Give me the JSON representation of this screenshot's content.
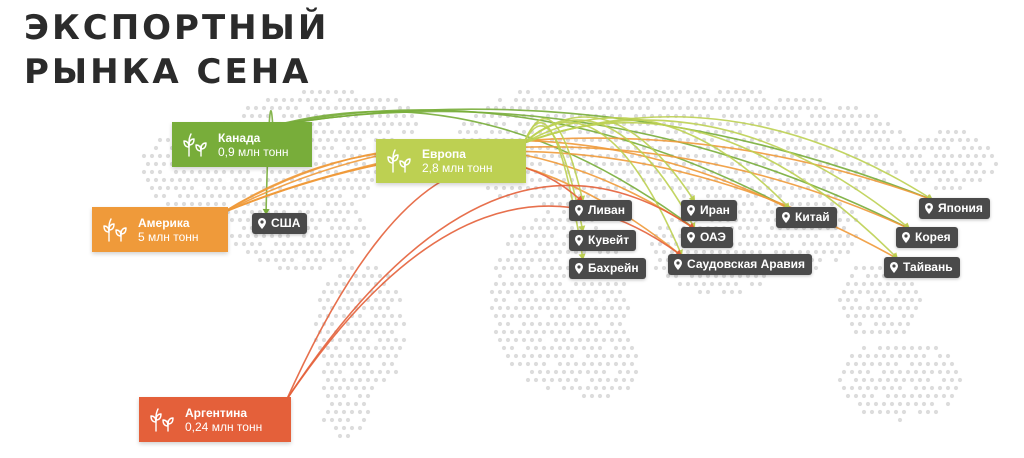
{
  "title": {
    "line1": "ЭКСПОРТНЫЙ",
    "line2": "РЫНКА СЕНА"
  },
  "colors": {
    "canada": "#78ad3a",
    "america": "#ef9a3a",
    "europe": "#bdd052",
    "argentina": "#e4603a",
    "destination": "#4a4a4a",
    "map_dots": "#dcdcdc"
  },
  "sources": [
    {
      "id": "canada",
      "name": "Канада",
      "amount": "0,9 млн тонн",
      "icon": "sprout-icon"
    },
    {
      "id": "america",
      "name": "Америка",
      "amount": "5 млн тонн",
      "icon": "sprout-icon"
    },
    {
      "id": "europe",
      "name": "Европа",
      "amount": "2,8 млн тонн",
      "icon": "sprout-icon"
    },
    {
      "id": "argentina",
      "name": "Аргентина",
      "amount": "0,24 млн тонн",
      "icon": "sprout-icon"
    }
  ],
  "destinations": [
    {
      "id": "usa",
      "name": "США",
      "icon": "location-pin-icon"
    },
    {
      "id": "lebanon",
      "name": "Ливан",
      "icon": "location-pin-icon"
    },
    {
      "id": "kuwait",
      "name": "Кувейт",
      "icon": "location-pin-icon"
    },
    {
      "id": "bahrain",
      "name": "Бахрейн",
      "icon": "location-pin-icon"
    },
    {
      "id": "iran",
      "name": "Иран",
      "icon": "location-pin-icon"
    },
    {
      "id": "uae",
      "name": "ОАЭ",
      "icon": "location-pin-icon"
    },
    {
      "id": "saudi",
      "name": "Саудовская Аравия",
      "icon": "location-pin-icon"
    },
    {
      "id": "china",
      "name": "Китай",
      "icon": "location-pin-icon"
    },
    {
      "id": "japan",
      "name": "Япония",
      "icon": "location-pin-icon"
    },
    {
      "id": "korea",
      "name": "Корея",
      "icon": "location-pin-icon"
    },
    {
      "id": "taiwan",
      "name": "Тайвань",
      "icon": "location-pin-icon"
    }
  ],
  "routes": [
    {
      "from": "canada",
      "to": "usa"
    },
    {
      "from": "canada",
      "to": "china"
    },
    {
      "from": "canada",
      "to": "japan"
    },
    {
      "from": "canada",
      "to": "korea"
    },
    {
      "from": "canada",
      "to": "uae"
    },
    {
      "from": "america",
      "to": "japan"
    },
    {
      "from": "america",
      "to": "korea"
    },
    {
      "from": "america",
      "to": "taiwan"
    },
    {
      "from": "america",
      "to": "china"
    },
    {
      "from": "america",
      "to": "uae"
    },
    {
      "from": "america",
      "to": "saudi"
    },
    {
      "from": "europe",
      "to": "lebanon"
    },
    {
      "from": "europe",
      "to": "kuwait"
    },
    {
      "from": "europe",
      "to": "bahrain"
    },
    {
      "from": "europe",
      "to": "iran"
    },
    {
      "from": "europe",
      "to": "uae"
    },
    {
      "from": "europe",
      "to": "saudi"
    },
    {
      "from": "europe",
      "to": "china"
    },
    {
      "from": "europe",
      "to": "japan"
    },
    {
      "from": "europe",
      "to": "korea"
    },
    {
      "from": "europe",
      "to": "taiwan"
    },
    {
      "from": "argentina",
      "to": "uae"
    },
    {
      "from": "argentina",
      "to": "saudi"
    },
    {
      "from": "argentina",
      "to": "lebanon"
    }
  ]
}
